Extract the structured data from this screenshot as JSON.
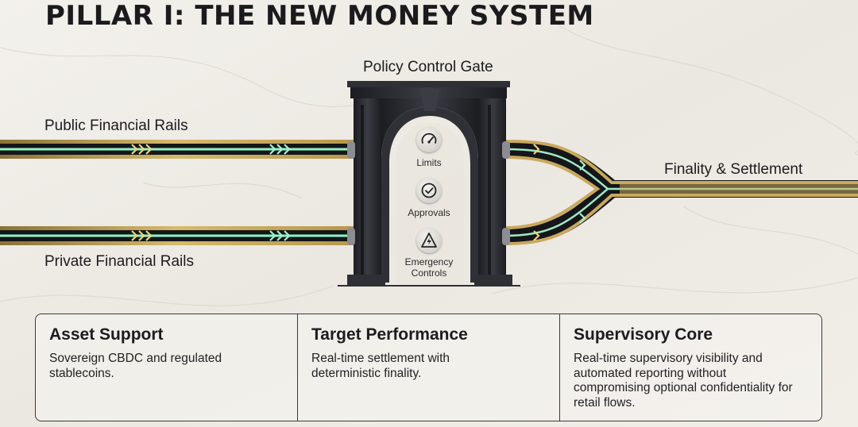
{
  "title": "PILLAR I: THE NEW MONEY SYSTEM",
  "rails": {
    "public_label": "Public Financial Rails",
    "private_label": "Private Financial Rails",
    "output_label": "Finality & Settlement"
  },
  "gate": {
    "label": "Policy Control Gate",
    "controls": [
      {
        "label": "Limits",
        "icon": "gauge-icon"
      },
      {
        "label": "Approvals",
        "icon": "checkmark-icon"
      },
      {
        "label": "Emergency Controls",
        "icon": "lightning-warning-icon"
      }
    ]
  },
  "cards": [
    {
      "title": "Asset Support",
      "text": "Sovereign CBDC and regulated stablecoins."
    },
    {
      "title": "Target Performance",
      "text": "Real-time settlement with deterministic finality."
    },
    {
      "title": "Supervisory Core",
      "text": "Real-time supervisory visibility and automated reporting without compromising optional confidentiality for retail flows."
    }
  ],
  "colors": {
    "background": "#efece6",
    "rail_gold": "#c4a35a",
    "rail_teal": "#7fd6b0",
    "gate_dark": "#24262b",
    "text": "#1c1c1e"
  }
}
